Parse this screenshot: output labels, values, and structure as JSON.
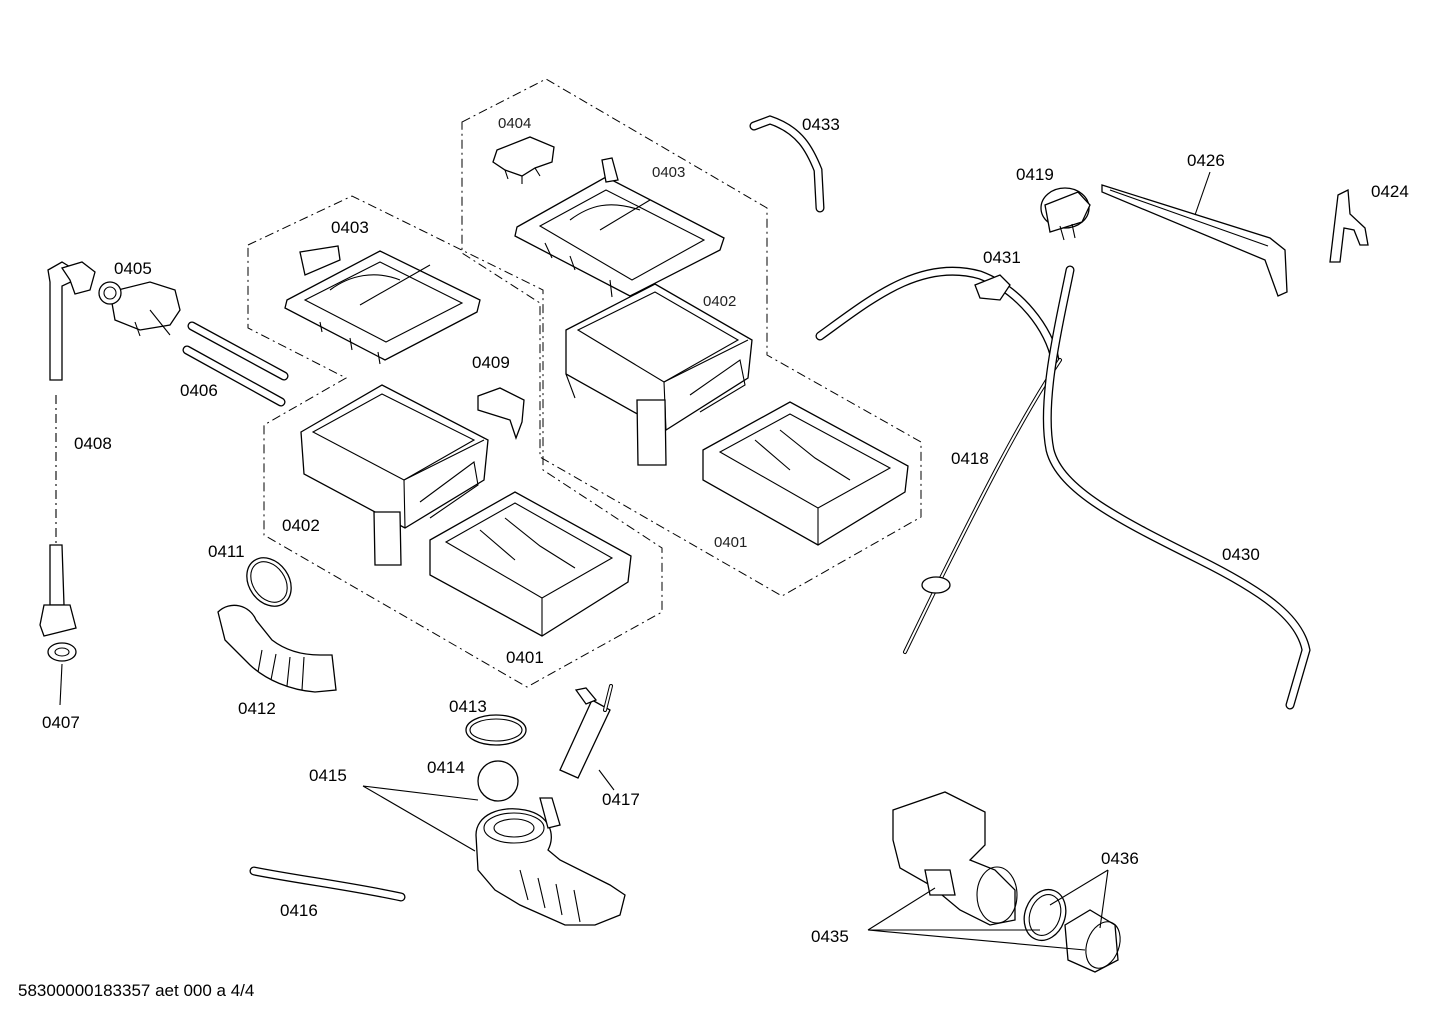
{
  "diagram": {
    "footer": "58300000183357 aet 000 a 4/4",
    "labels": {
      "p0404": "0404",
      "p0403_right": "0403",
      "p0403_left": "0403",
      "p0433": "0433",
      "p0419": "0419",
      "p0426": "0426",
      "p0424": "0424",
      "p0405": "0405",
      "p0431": "0431",
      "p0402_right": "0402",
      "p0406": "0406",
      "p0409": "0409",
      "p0408": "0408",
      "p0418": "0418",
      "p0402_left": "0402",
      "p0401_right": "0401",
      "p0411": "0411",
      "p0430": "0430",
      "p0401_left": "0401",
      "p0412": "0412",
      "p0407": "0407",
      "p0413": "0413",
      "p0414": "0414",
      "p0415": "0415",
      "p0417": "0417",
      "p0416": "0416",
      "p0436": "0436",
      "p0435": "0435"
    }
  }
}
